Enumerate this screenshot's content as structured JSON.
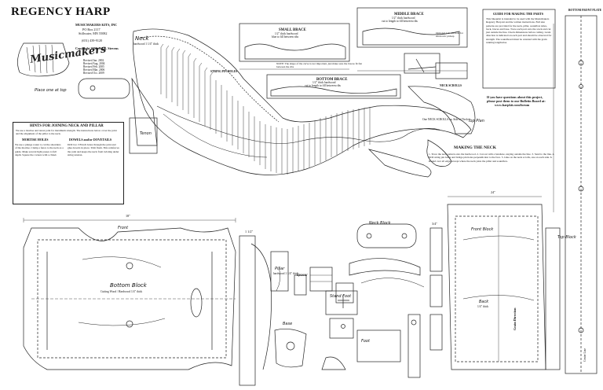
{
  "title": "REGENCY HARP",
  "logo": {
    "text": "Musicmakers"
  },
  "maker": {
    "line1": "MUSICMAKERS KITS, INC",
    "line2": "PO Box 2117",
    "line3": "Stillwater, MN 55082",
    "phone": "(651) 439-9120",
    "copyright": "Copyright 2000 © J.R. Stevens",
    "lines": [
      "Revised Jan. 2002",
      "Revised Aug. 2004",
      "Revised Feb. 2005",
      "Revised Mar. 2006",
      "Revised Oct. 2009"
    ]
  },
  "hints": {
    "heading": "HINTS FOR JOINING NECK AND PILLAR",
    "intro": "We use a mortise and tenon joint for maximum strength. The instructions below cover the joint and the alignment of the pillar to the neck.",
    "mortise_title": "MORTISE HOLES",
    "mortise_text": "We use a plunge router to cut the shoulders of the mortise. Clamp a fence to the neck as a guide. Make several light passes to full depth. Square the corners with a chisel.",
    "dowel_title": "DOWELS and/or DOVETAILS",
    "dowel_text": "Drill two 3/8 inch holes through the joint and glue dowels in place. Trim flush. This reinforces the joint and keeps the neck from twisting under string tension."
  },
  "braces": {
    "small": {
      "title": "SMALL BRACE",
      "l1": "1/2\" thick hardwood",
      "l2": "blue to fill between ribs"
    },
    "middle": {
      "title": "MIDDLE BRACE",
      "l1": "1/2\" thick hardwood",
      "l2": "cut to length to fill between ribs"
    },
    "bottom": {
      "title": "BOTTOM BRACE",
      "l1": "1/2\" thick hardwood",
      "l2": "cut to length to fill between ribs"
    },
    "note": "NOTE: The shape of the curve is not important, just make sure the braces fit flat between the ribs",
    "optional": "Optional 1/2\" dia hole for electronic pickup"
  },
  "neck_labels": {
    "neck": "Neck",
    "neck_sub": "hardwood 1 1/4\" thick",
    "string_holes": "STRING PIN HOLES",
    "neck_scroll": "NECK SCROLLS",
    "one_neck": "One NECK SCROLLS ea. Side of Neck",
    "tenon": "Tenon",
    "top_plan": "Top Plan",
    "place_here": "Place one at top"
  },
  "making": {
    "heading": "MAKING THE NECK",
    "text": "1. Trace the neck pattern onto the hardwood. 2. Cut out with a bandsaw, staying outside the line. 3. Sand to the line. 4. Drill string pin holes and bridge pin holes perpendicular to the face. 5. Glue on the neck scrolls, one on each side. 6. Round over all edges except where the neck joins the pillar and soundbox."
  },
  "instructions": {
    "heading": "GUIDE FOR MAKING THE PARTS",
    "text": "This blueprint is intended to be used with the Musicmakers Regency Harp kit and the written instructions. Full size patterns are provided for the neck, pillar, soundbox sides, back, braces and base. Trace each part onto the stock and cut just outside the line. Check dimensions before cutting. Grain direction is indicated on each part and should be observed for strength. The soundboard must be oriented with the grain running lengthwise."
  },
  "questions": {
    "l1": "If you have questions about this project,",
    "l2": "please post them to our Bulletin Board at:",
    "l3": "www.harpkit.com/forum"
  },
  "parts": {
    "bottom_block": "Bottom Block",
    "bottom_block_sub": "Cutting Wood / Hardwood 1/4\" thick",
    "front": "Front",
    "grain_direction": "Grain Direction",
    "pillar": "Pillar",
    "pillar_sub": "hardwood 1 1/4\" thick",
    "back": "Back",
    "back_sub": "1/4\" thick",
    "neck_block": "Neck Block",
    "base": "Base",
    "foot": "Foot",
    "stand_foot": "Stand Foot",
    "center_line": "Center Line",
    "top_block": "Top Block",
    "spacer": "Spacer",
    "front_block": "Front Block",
    "bottom_front": "BOTTOM FRONT PLATE",
    "dim_18": "18\"",
    "dim_24": "24\"",
    "dim_1_5": "1 1/2\"",
    "dim_3_4": "3/4\""
  }
}
